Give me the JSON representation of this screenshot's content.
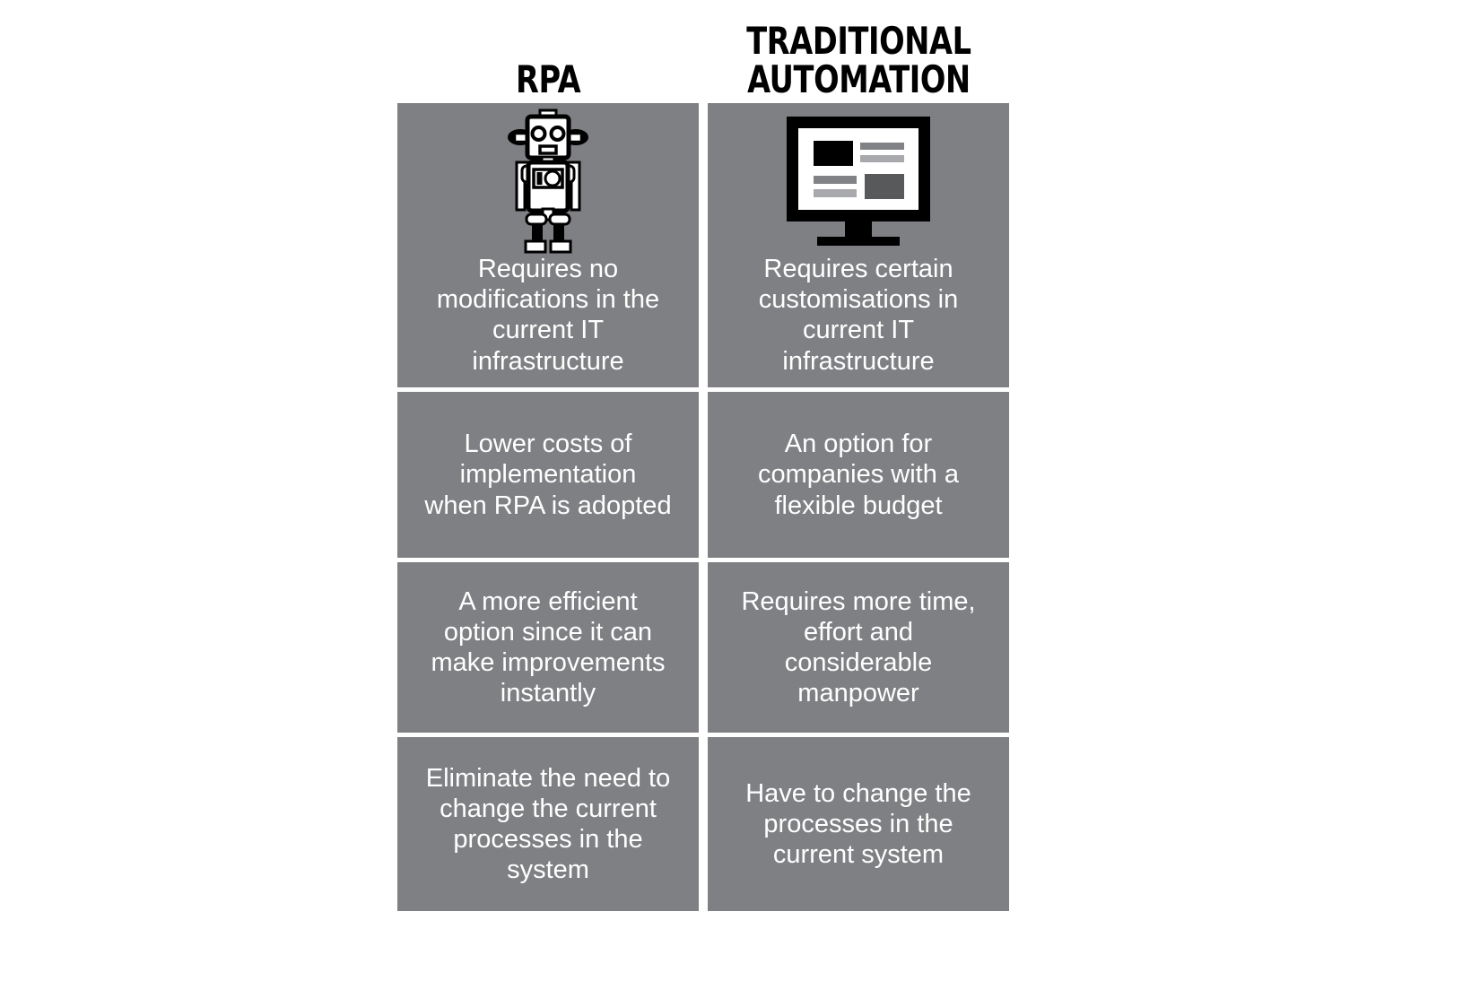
{
  "graphic": {
    "type": "two-column-comparison-table",
    "background_color": "#ffffff",
    "cell_color": "#7f8083",
    "cell_text_color": "#ffffff",
    "heading_text_color": "#000000",
    "rows": 4,
    "columns": 2
  },
  "columns": [
    {
      "heading": "RPA",
      "icon": "robot-icon",
      "cells": [
        "Requires no\nmodifications in the\ncurrent IT\ninfrastructure",
        "Lower costs of\nimplementation\nwhen RPA is adopted",
        "A more efficient\noption since it can\nmake improvements\ninstantly",
        "Eliminate the need to\nchange the current\nprocesses in the\nsystem"
      ]
    },
    {
      "heading": "TRADITIONAL\nAUTOMATION",
      "icon": "desktop-monitor-icon",
      "cells": [
        "Requires certain\ncustomisations in\ncurrent IT\ninfrastructure",
        "An option for\ncompanies with a\nflexible budget",
        "Requires more time,\neffort and\nconsiderable\nmanpower",
        "Have to change the\nprocesses in the\ncurrent system"
      ]
    }
  ]
}
